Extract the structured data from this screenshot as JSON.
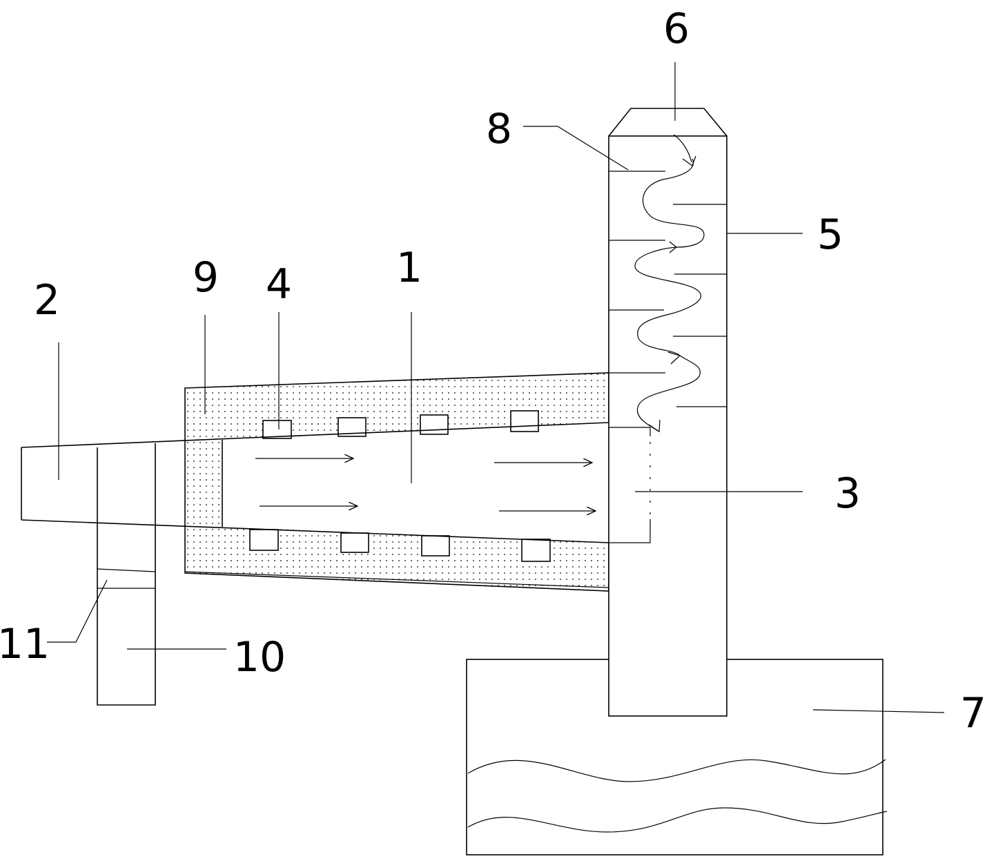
{
  "labels": {
    "part_1": "1",
    "part_2": "2",
    "part_3": "3",
    "part_4": "4",
    "part_5": "5",
    "part_6": "6",
    "part_7": "7",
    "part_8": "8",
    "part_9": "9",
    "part_10": "10",
    "part_11": "11"
  },
  "colors": {
    "line": "#000000",
    "background": "#ffffff",
    "insulation_dots": "#000000"
  }
}
